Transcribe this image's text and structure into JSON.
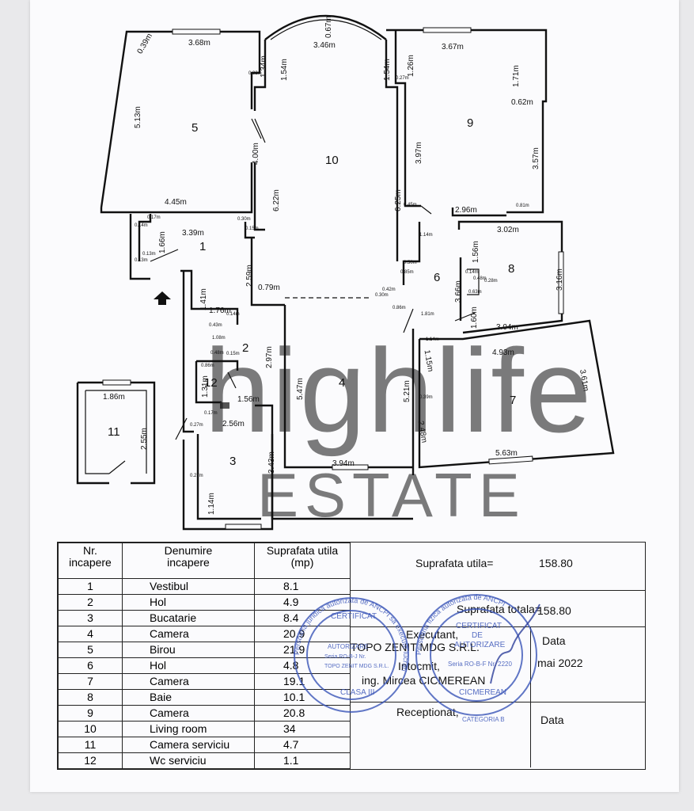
{
  "plan": {
    "dimensions": {
      "r5_top": "3.68m",
      "r5_corner": "0.39m",
      "r5_left": "5.13m",
      "r5_bottom": "4.45m",
      "r5_right_top": "1.34m",
      "r5_right_small": "0.32m",
      "r5_right": "4.00m",
      "r10_top_arc": "3.46m",
      "r10_arc_depth": "0.67m",
      "r10_left_top": "1.54m",
      "r10_right_top": "1.54m",
      "r10_left": "6.22m",
      "r10_right": "6.25m",
      "r10_bottom_left": "0.79m",
      "r9_top": "3.67m",
      "r9_left_top": "1.26m",
      "r9_left_small": "0.27m",
      "r9_right_top": "1.71m",
      "r9_step": "0.62m",
      "r9_left": "3.97m",
      "r9_right": "3.57m",
      "r9_bottom": "2.96m",
      "r9_b_left": "0.45m",
      "r9_b_right": "0.81m",
      "r1_top": "3.39m",
      "r1_left": "1.66m",
      "r1_right": "2.59m",
      "r1_s1": "0.14m",
      "r1_s2": "0.17m",
      "r1_s3": "0.13m",
      "r1_s4": "0.13m",
      "r1_s5": "0.30m",
      "r1_s6": "0.15m",
      "r6_114": "1.14m",
      "r6_050": "0.50m",
      "r6_085": "0.85m",
      "r6_042": "0.42m",
      "r6_086": "0.86m",
      "r6_181": "1.81m",
      "r6_114b": "1.14m",
      "r6_030": "0.30m",
      "r6_right": "3.66m",
      "r8_top": "3.02m",
      "r8_right": "3.16m",
      "r8_156": "1.56m",
      "r8_160": "1.60m",
      "r8_bottom": "3.04m",
      "r8_063": "0.63m",
      "r8_028": "0.28m",
      "r8_014": "0.14m",
      "r8_048": "0.48m",
      "r7_top": "4.93m",
      "r7_right": "3.61m",
      "r7_bottom": "5.63m",
      "r7_left": "2.48m",
      "r7_115": "1.15m",
      "r7_039": "0.39m",
      "r4_left": "5.47m",
      "r4_right": "5.21m",
      "r4_bottom": "3.94m",
      "r2_141": "1.41m",
      "r2_176": "1.76m",
      "r2_014": "0.14m",
      "r2_043": "0.43m",
      "r2_108": "1.08m",
      "r2_048": "0.48m",
      "r2_015": "0.15m",
      "r2_right": "2.97m",
      "r2_086": "0.86m",
      "r12_left": "1.31m",
      "r12_156": "1.56m",
      "r12_017": "0.17m",
      "r12_256": "2.56m",
      "r12_027": "0.27m",
      "r3_right": "3.43m",
      "r3_027": "0.27m",
      "r3_114": "1.14m",
      "r11_top": "1.86m",
      "r11_right": "2.55m"
    },
    "room_labels": [
      "1",
      "2",
      "3",
      "4",
      "5",
      "6",
      "7",
      "8",
      "9",
      "10",
      "11",
      "12"
    ],
    "watermark": {
      "line1": "highlife",
      "line2": "ESTATE"
    },
    "entrance_icon": "arrow-up-icon"
  },
  "table": {
    "headers": {
      "nr": [
        "Nr.",
        "incapere"
      ],
      "name": [
        "Denumire",
        "incapere"
      ],
      "area": [
        "Suprafata utila",
        "(mp)"
      ]
    },
    "rows": [
      {
        "nr": "1",
        "name": "Vestibul",
        "area": "8.1"
      },
      {
        "nr": "2",
        "name": "Hol",
        "area": "4.9"
      },
      {
        "nr": "3",
        "name": "Bucatarie",
        "area": "8.4"
      },
      {
        "nr": "4",
        "name": "Camera",
        "area": "20.9"
      },
      {
        "nr": "5",
        "name": "Birou",
        "area": "21.9"
      },
      {
        "nr": "6",
        "name": "Hol",
        "area": "4.8"
      },
      {
        "nr": "7",
        "name": "Camera",
        "area": "19.1"
      },
      {
        "nr": "8",
        "name": "Baie",
        "area": "10.1"
      },
      {
        "nr": "9",
        "name": "Camera",
        "area": "20.8"
      },
      {
        "nr": "10",
        "name": "Living room",
        "area": "34"
      },
      {
        "nr": "11",
        "name": "Camera serviciu",
        "area": "4.7"
      },
      {
        "nr": "12",
        "name": "Wc serviciu",
        "area": "1.1"
      }
    ]
  },
  "summary": {
    "useful_label": "Suprafata utila=",
    "useful_value": "158.80",
    "total_label": "Suprafata totala=",
    "total_value": "158.80",
    "executant_label": "Executant,",
    "company": "TOPO ZENIT MDG S.R.L.",
    "intocmit": "Intocmit,",
    "engineer": "ing. Mircea CICMEREAN",
    "date_label": "Data",
    "date_value": "mai 2022",
    "receptionat": "Receptionat,",
    "date_label2": "Data"
  },
  "stamps": {
    "left": {
      "ring": "Persoana juridica autorizata de ANCPI sa execute lucrari",
      "line1": "CERTIFICAT",
      "line2": "AUTORIZARE",
      "line3": "Seria RO-B-J Nr.",
      "line4": "TOPO ZENIT MDG S.R.L.",
      "line5": "CLASA III"
    },
    "right": {
      "ring": "Persoana fizica autorizata de ANCPI",
      "line1": "CERTIFICAT",
      "line2": "DE",
      "line3": "AUTORIZARE",
      "line4": "Seria RO-B-F Nr. 2220",
      "line5": "CICMEREAN",
      "line6": "CATEGORIA B"
    }
  },
  "colors": {
    "ink": "#111111",
    "stamp": "#3a55b8",
    "watermark": "#8d93c4"
  }
}
